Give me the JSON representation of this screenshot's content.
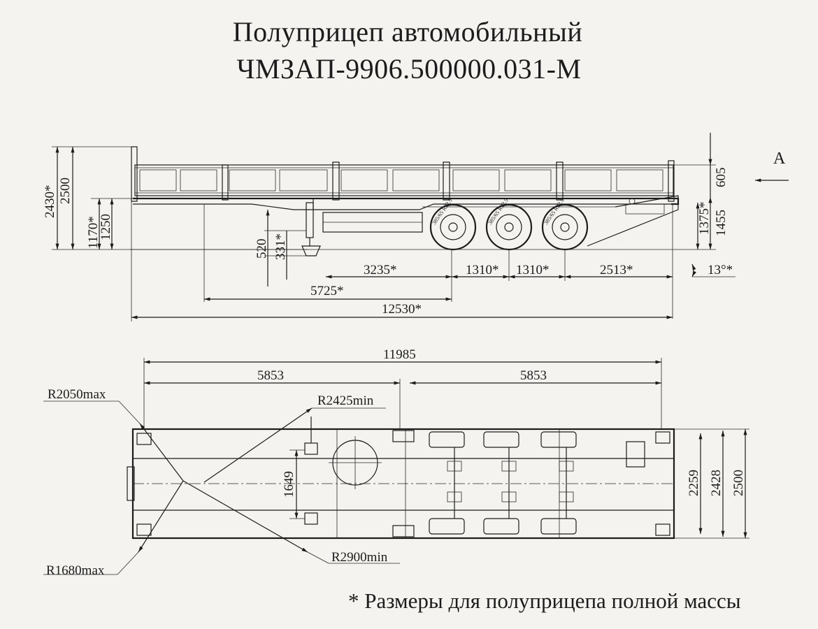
{
  "title": {
    "line1": "Полуприцеп автомобильный",
    "line2": "ЧМЗАП-9906.500000.031-М"
  },
  "side_view": {
    "view_label": "А",
    "dimensions": {
      "overall_height": "2500",
      "overall_height_loaded": "2430*",
      "deck_height": "1250",
      "deck_height_loaded": "1170*",
      "support_height": "520",
      "support_height_loaded": "331*",
      "kingpin_to_axle": "3235*",
      "axle_spacing_1": "1310*",
      "axle_spacing_2": "1310*",
      "rear_overhang": "2513*",
      "kingpin_to_axle_center": "5725*",
      "overall_length": "12530*",
      "side_height": "605",
      "rear_height": "1455",
      "rear_height_loaded": "1375*",
      "departure_angle": "13°*"
    },
    "tire_markings": [
      "385/65 R22.5",
      "385/65 R22.5",
      "385/65 R22.5"
    ]
  },
  "top_view": {
    "dimensions": {
      "platform_length": "11985",
      "half_length_front": "5853",
      "half_length_rear": "5853",
      "inner_width": "2259",
      "mid_width": "2428",
      "overall_width": "2500",
      "kingpin_track": "1649"
    },
    "radii": {
      "r_front_max": "R2050max",
      "r_kingpin_min": "R2425min",
      "r_rear_max": "R1680max",
      "r_outer_min": "R2900min"
    }
  },
  "footnote": "* Размеры для полуприцепа полной массы"
}
